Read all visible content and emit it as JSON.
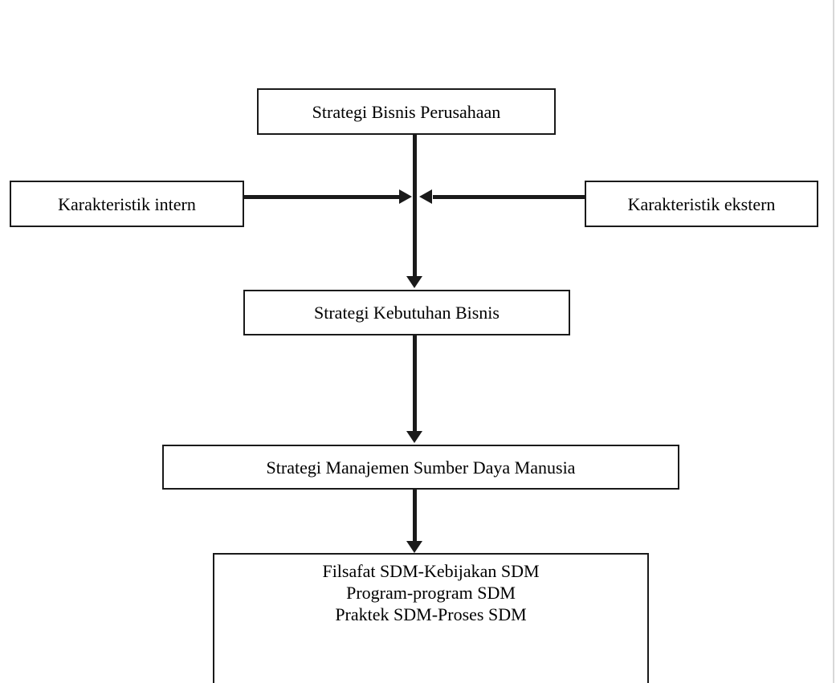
{
  "diagram": {
    "description": "Flowchart of company business strategy flowing into human resource management strategy",
    "nodes": [
      {
        "id": "strategi-bisnis-perusahaan",
        "label": "Strategi Bisnis Perusahaan"
      },
      {
        "id": "karakteristik-intern",
        "label": "Karakteristik intern"
      },
      {
        "id": "karakteristik-ekstern",
        "label": "Karakteristik ekstern"
      },
      {
        "id": "strategi-kebutuhan-bisnis",
        "label": "Strategi Kebutuhan Bisnis"
      },
      {
        "id": "strategi-manajemen-sdm",
        "label": "Strategi Manajemen Sumber Daya Manusia"
      },
      {
        "id": "filsafat-program-praktek-sdm",
        "lines": [
          "Filsafat SDM-Kebijakan SDM",
          "Program-program SDM",
          "Praktek SDM-Proses SDM"
        ]
      }
    ],
    "edges": [
      {
        "from": "strategi-bisnis-perusahaan",
        "to": "strategi-kebutuhan-bisnis",
        "type": "arrow-down"
      },
      {
        "from": "karakteristik-intern",
        "to": "center-junction",
        "type": "arrow-right"
      },
      {
        "from": "karakteristik-ekstern",
        "to": "center-junction",
        "type": "arrow-left"
      },
      {
        "from": "strategi-kebutuhan-bisnis",
        "to": "strategi-manajemen-sdm",
        "type": "arrow-down"
      },
      {
        "from": "strategi-manajemen-sdm",
        "to": "filsafat-program-praktek-sdm",
        "type": "arrow-down"
      }
    ],
    "colors": {
      "line": "#1a1a1a",
      "box_border": "#1a1a1a",
      "text": "#000000",
      "background": "#ffffff",
      "page_edge": "#d8d8d8"
    }
  }
}
